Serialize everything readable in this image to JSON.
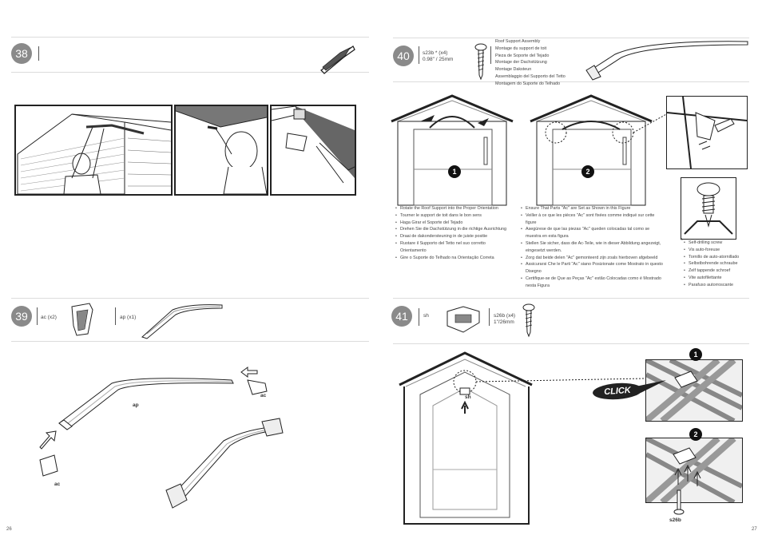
{
  "pages": {
    "left": "26",
    "right": "27"
  },
  "step38": {
    "number": "38"
  },
  "step39": {
    "number": "39",
    "part1": "ac (x2)",
    "part2": "ap (x1)",
    "label_ap": "ap",
    "label_ac_top": "ac",
    "label_ac_bottom": "ac"
  },
  "step40": {
    "number": "40",
    "screw_code": "s23b * (x4)",
    "screw_size": "0.98\" / 25mm",
    "titles": [
      "Roof Support Assembly",
      "Montage du support de toit",
      "Pieza de Soporte del Tejado",
      "Montage der Dachstützung",
      "Montage Daksteun",
      "Assemblaggio del Supporto del Tetto",
      "Montagem do Suporte do Telhado"
    ],
    "badge1": "1",
    "badge2": "2",
    "instr1": [
      "Rotate the Roof Support into the Proper Orientation",
      "Tourner le support de toit dans le bon sens",
      "Haga Girar el Soporte del Tejado",
      "Drehen Sie die Dachstützung in die richtige Ausrichtung",
      "Draai de dakondersteuning in de juiste positie",
      "Ruotare il Supporto del Tetto nel suo corretto Orientamento",
      "Gire o Suporte do Telhado na Orientação Correta"
    ],
    "instr2": [
      "Ensure That Parts \"Ac\" are Set as Shown in this Figure",
      "Veiller à ce que les pièces \"Ac\" sont fixées comme indiqué sur cette figure",
      "Asegúrese de que las piezas \"Ac\" queden colocadas tal como se muestra en esta figura",
      "Stellen Sie sicher, dass die Ac-Teile, wie in dieser Abbildung angezeigt, eingesetzt werden.",
      "Zorg dat beide delen \"Ac\" gemonteerd zijn zoals hierboven afgebeeld",
      "Assicurarsi Che le Parti \"Ac\" siano Posizionate come Mostrato in questo Disegno",
      "Certifique-se de Que as Peças \"Ac\" estão Colocadas como é Mostrado nesta Figura"
    ],
    "screw_star": "*",
    "screw_types": [
      "Self-drilling screw",
      "Vis auto-foreuse",
      "Tornillo de auto-atornillado",
      "Selbstbohrende schraube",
      "Zelf tappende schroef",
      "Vite autofilettante",
      "Parafuso autorroscante"
    ]
  },
  "step41": {
    "number": "41",
    "part_sh": "sh",
    "screw_code": "s26b (x4)",
    "screw_size": "1\"/26mm",
    "label_sh": "sh",
    "click": "CLICK",
    "badge1": "1",
    "badge2": "2",
    "label_s26b": "s26b"
  }
}
